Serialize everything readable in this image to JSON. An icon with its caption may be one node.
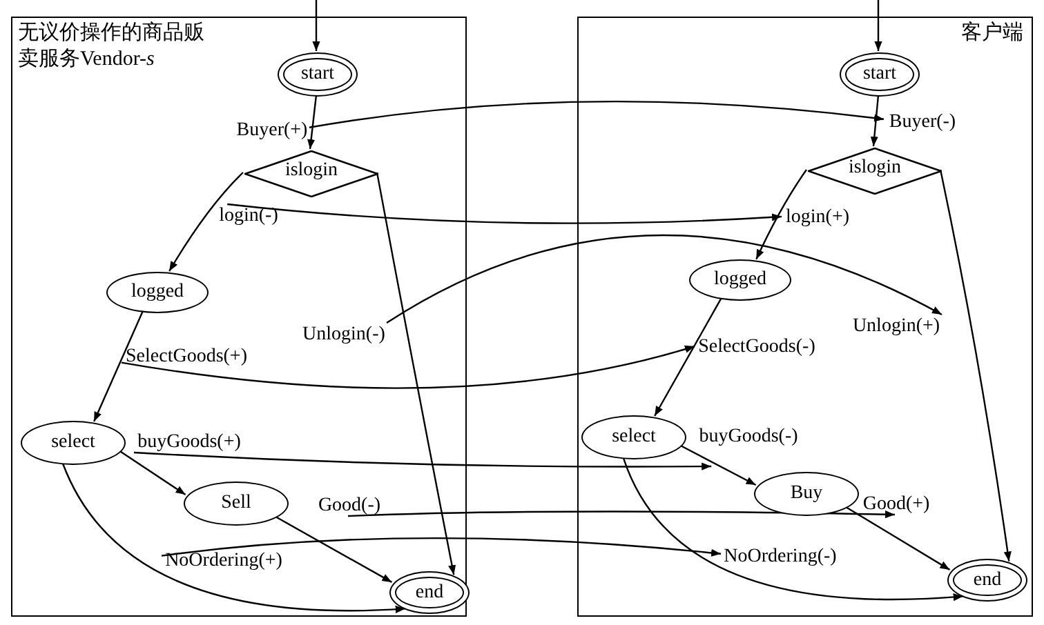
{
  "diagram": {
    "nodes": [
      {
        "text": [
          "无议价操作的商品贩卖服务Vendor-*s*"
        ]
      },
      {
        "text": [
          "start"
        ],
        "in": 0
      },
      {
        "text": [
          "islogin"
        ],
        "in": 0
      },
      {
        "text": [
          "logged"
        ],
        "in": 0
      },
      {
        "text": [
          "select"
        ],
        "in": 0
      },
      {
        "text": [
          "Sell"
        ],
        "in": 0
      },
      {
        "text": [
          "end"
        ],
        "in": 0
      },
      {
        "text": [
          "Buyer(+)"
        ],
        "in": 0
      },
      {
        "text": [
          "login(-)"
        ],
        "in": 0
      },
      {
        "text": [
          "Unlogin(-)"
        ],
        "in": 0
      },
      {
        "text": [
          "SelectGoods(+)"
        ],
        "in": 0
      },
      {
        "text": [
          "buyGoods(+)"
        ],
        "in": 0
      },
      {
        "text": [
          "Good(-)"
        ],
        "in": 0
      },
      {
        "text": [
          "NoOrdering(+)"
        ],
        "in": 0
      },
      {
        "text": [
          "客户端"
        ]
      },
      {
        "text": [
          "start"
        ],
        "in": 14
      },
      {
        "text": [
          "Buyer(-)"
        ],
        "in": 14
      },
      {
        "text": [
          "islogin"
        ],
        "in": 14
      },
      {
        "text": [
          "login(+)"
        ],
        "in": 14
      },
      {
        "text": [
          "logged"
        ],
        "in": 14
      },
      {
        "text": [
          "Unlogin(+)"
        ],
        "in": 14
      },
      {
        "text": [
          "SelectGoods(-)"
        ],
        "in": 14
      },
      {
        "text": [
          "select"
        ],
        "in": 14
      },
      {
        "text": [
          "buyGoods(-)"
        ],
        "in": 14
      },
      {
        "text": [
          "Buy"
        ],
        "in": 14
      },
      {
        "text": [
          "Good(+)"
        ],
        "in": 14
      },
      {
        "text": [
          "NoOrdering(-)"
        ],
        "in": 14
      },
      {
        "text": [
          "end"
        ],
        "in": 14
      }
    ],
    "edges": [
      {
        "from": null,
        "to": 1,
        "arrow": "to"
      },
      {
        "from": 1,
        "to": 2,
        "arrow": "to"
      },
      {
        "from": 2,
        "to": 3,
        "arrow": "to"
      },
      {
        "from": 2,
        "to": 6,
        "arrow": "to"
      },
      {
        "from": 3,
        "to": 4,
        "arrow": "to"
      },
      {
        "from": 4,
        "to": 5,
        "arrow": "to"
      },
      {
        "from": 5,
        "to": 6,
        "arrow": "to"
      },
      {
        "from": 4,
        "to": 6,
        "arrow": "to"
      },
      {
        "from": null,
        "to": 15,
        "arrow": "to"
      },
      {
        "from": 15,
        "to": 17,
        "arrow": "to"
      },
      {
        "from": 17,
        "to": 19,
        "arrow": "to"
      },
      {
        "from": 17,
        "to": 27,
        "arrow": "to"
      },
      {
        "from": 19,
        "to": 22,
        "arrow": "to"
      },
      {
        "from": 22,
        "to": 24,
        "arrow": "to"
      },
      {
        "from": 24,
        "to": 27,
        "arrow": "to"
      },
      {
        "from": 22,
        "to": 27,
        "arrow": "to"
      },
      {
        "from": 7,
        "to": 16,
        "arrow": "to"
      },
      {
        "from": 8,
        "to": 18,
        "arrow": "to"
      },
      {
        "from": 9,
        "to": 20,
        "arrow": "to"
      },
      {
        "from": 10,
        "to": 21,
        "arrow": "to"
      },
      {
        "from": 11,
        "to": 23,
        "arrow": "to"
      },
      {
        "from": 13,
        "to": 26,
        "arrow": "to"
      },
      {
        "from": 12,
        "to": 25,
        "arrow": "to"
      }
    ]
  }
}
